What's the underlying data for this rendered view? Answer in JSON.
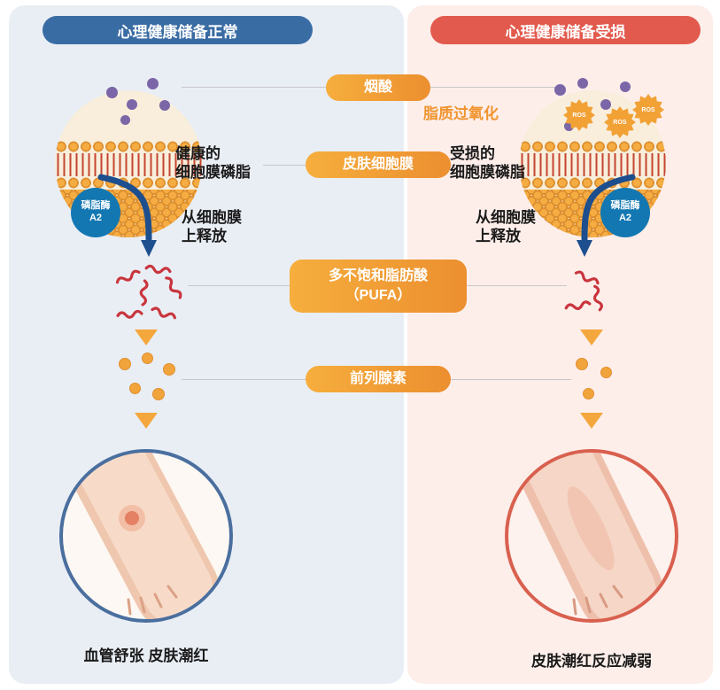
{
  "left": {
    "header": "心理健康储备正常",
    "phospholipid_line1": "健康的",
    "phospholipid_line2": "细胞膜磷脂",
    "enzyme_line1": "磷脂酶",
    "enzyme_line2": "A2",
    "release_line1": "从细胞膜",
    "release_line2": "上释放",
    "caption": "血管舒张  皮肤潮红"
  },
  "right": {
    "header": "心理健康储备受损",
    "lipid_peroxidation": "脂质过氧化",
    "ros": "ROS",
    "phospholipid_line1": "受损的",
    "phospholipid_line2": "细胞膜磷脂",
    "enzyme_line1": "磷脂酶",
    "enzyme_line2": "A2",
    "release_line1": "从细胞膜",
    "release_line2": "上释放",
    "caption": "皮肤潮红反应减弱"
  },
  "center": {
    "niacin": "烟酸",
    "skin_cell_membrane": "皮肤细胞膜",
    "pufa_line1": "多不饱和脂肪酸",
    "pufa_line2": "（PUFA）",
    "prostaglandin": "前列腺素"
  },
  "colors": {
    "panel-left-bg": "#e9eef5",
    "panel-right-bg": "#fdeeea",
    "header-blue": "#3a6ca4",
    "header-red": "#e25a4d",
    "badge-orange-1": "#f6ae3d",
    "badge-orange-2": "#ec8f2f",
    "arrow-blue": "#1d4e8e",
    "arrow-orange": "#f4a73c",
    "enzyme-blue": "#1377b2",
    "squiggle-red": "#c9353d",
    "dot-purple": "#7b66a7",
    "dot-orange": "#f2a43c",
    "membrane-cream": "#f8eedb",
    "lipid-head": "#f3a940",
    "lipid-tail": "#c54531",
    "ros-orange": "#f2a135",
    "peroxidation-text": "#f0942e",
    "connector-gray": "#c8c8c8",
    "arm-ring-blue": "#4a6f9f",
    "arm-ring-red": "#d9604f"
  }
}
